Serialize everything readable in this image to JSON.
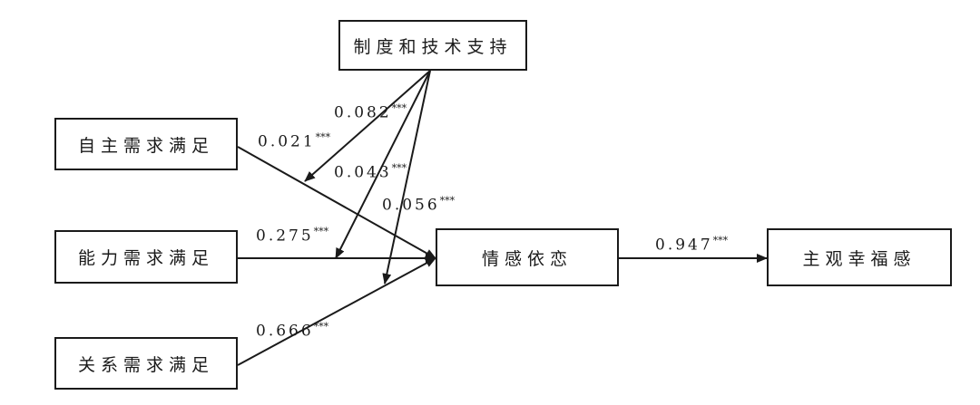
{
  "nodes": {
    "support": "制度和技术支持",
    "autonomy": "自主需求满足",
    "competence": "能力需求满足",
    "relatedness": "关系需求满足",
    "attachment": "情感依恋",
    "wellbeing": "主观幸福感"
  },
  "paths": {
    "support_autonomy_mod": {
      "value": "0.082",
      "sig": "***"
    },
    "autonomy_attachment": {
      "value": "0.021",
      "sig": "***"
    },
    "support_competence_mod": {
      "value": "0.043",
      "sig": "***"
    },
    "support_relatedness_mod": {
      "value": "0.056",
      "sig": "***"
    },
    "competence_attachment": {
      "value": "0.275",
      "sig": "***"
    },
    "relatedness_attachment": {
      "value": "0.666",
      "sig": "***"
    },
    "attachment_wellbeing": {
      "value": "0.947",
      "sig": "***"
    }
  }
}
